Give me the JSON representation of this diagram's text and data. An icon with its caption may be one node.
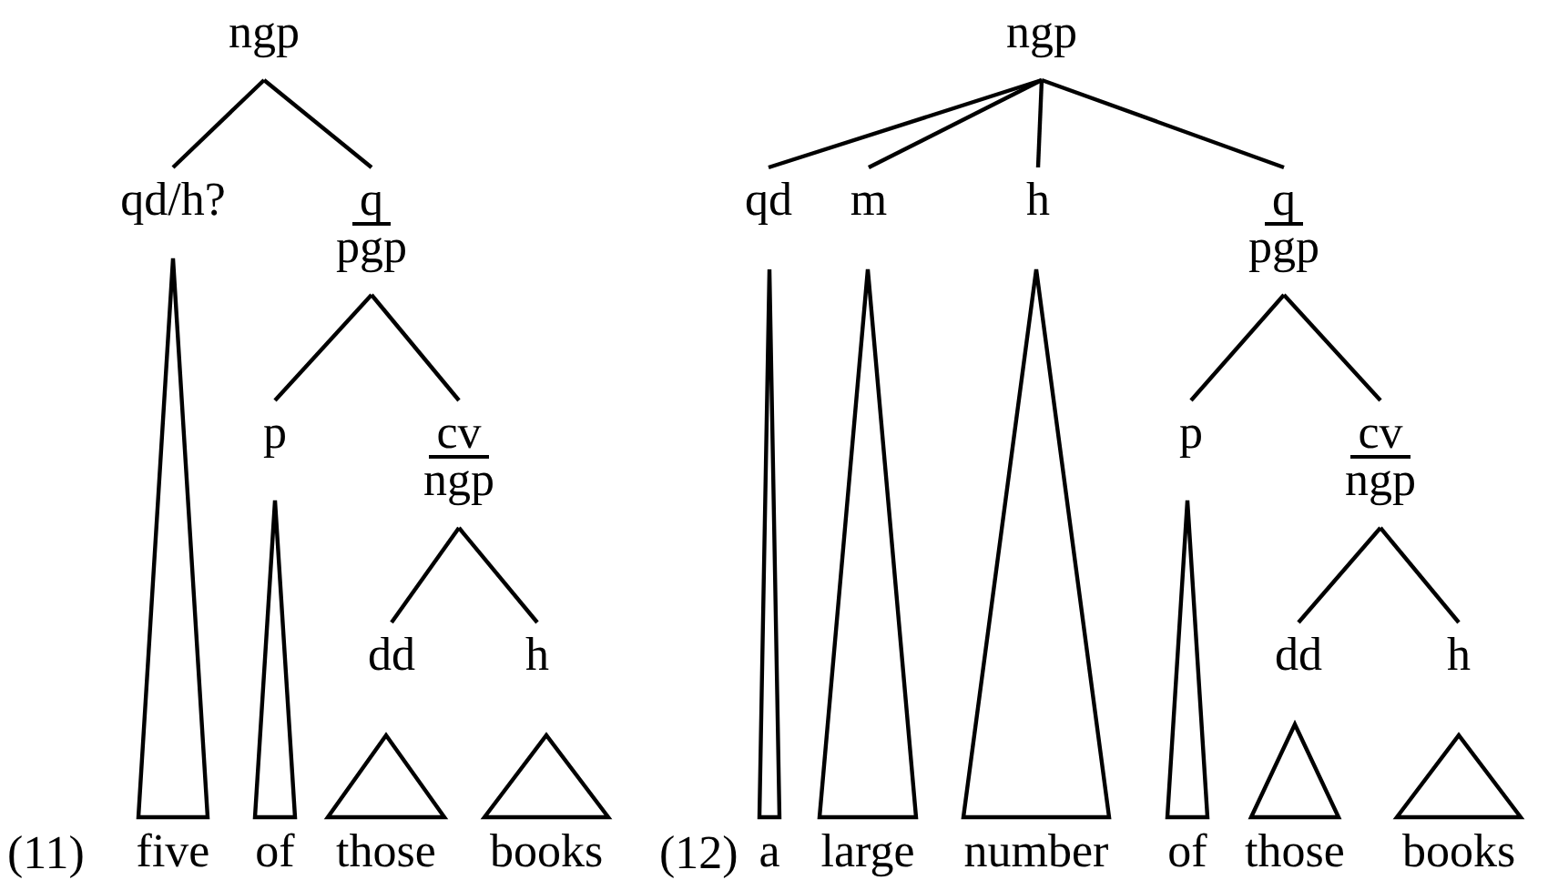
{
  "diagram": {
    "nodes": [
      {
        "text": [
          "ngp"
        ]
      },
      {
        "text": [
          "qd/h?"
        ]
      },
      {
        "text": [
          "q",
          "pgp"
        ]
      },
      {
        "text": [
          "p"
        ]
      },
      {
        "text": [
          "cv",
          "ngp"
        ]
      },
      {
        "text": [
          "dd"
        ]
      },
      {
        "text": [
          "h"
        ]
      },
      {
        "text": [],
        "shape": "triangle",
        "beside": [
          "five"
        ]
      },
      {
        "text": [],
        "shape": "triangle",
        "beside": [
          "of"
        ]
      },
      {
        "text": [],
        "shape": "triangle",
        "beside": [
          "those"
        ]
      },
      {
        "text": [],
        "shape": "triangle",
        "beside": [
          "books"
        ]
      },
      {
        "text": [
          "ngp"
        ]
      },
      {
        "text": [
          "qd"
        ]
      },
      {
        "text": [
          "m"
        ]
      },
      {
        "text": [
          "h"
        ]
      },
      {
        "text": [
          "q",
          "pgp"
        ]
      },
      {
        "text": [
          "p"
        ]
      },
      {
        "text": [
          "cv",
          "ngp"
        ]
      },
      {
        "text": [
          "dd"
        ]
      },
      {
        "text": [
          "h"
        ]
      },
      {
        "text": [],
        "shape": "triangle",
        "beside": [
          "a"
        ]
      },
      {
        "text": [],
        "shape": "triangle",
        "beside": [
          "large"
        ]
      },
      {
        "text": [],
        "shape": "triangle",
        "beside": [
          "number"
        ]
      },
      {
        "text": [],
        "shape": "triangle",
        "beside": [
          "of"
        ]
      },
      {
        "text": [],
        "shape": "triangle",
        "beside": [
          "those"
        ]
      },
      {
        "text": [],
        "shape": "triangle",
        "beside": [
          "books"
        ]
      }
    ],
    "edges": [
      {
        "from": 0,
        "to": 1,
        "arrow": "none"
      },
      {
        "from": 0,
        "to": 2,
        "arrow": "none"
      },
      {
        "from": 2,
        "to": 3,
        "arrow": "none"
      },
      {
        "from": 2,
        "to": 4,
        "arrow": "none"
      },
      {
        "from": 4,
        "to": 5,
        "arrow": "none"
      },
      {
        "from": 4,
        "to": 6,
        "arrow": "none"
      },
      {
        "from": 11,
        "to": 12,
        "arrow": "none"
      },
      {
        "from": 11,
        "to": 13,
        "arrow": "none"
      },
      {
        "from": 11,
        "to": 14,
        "arrow": "none"
      },
      {
        "from": 11,
        "to": 15,
        "arrow": "none"
      },
      {
        "from": 15,
        "to": 16,
        "arrow": "none"
      },
      {
        "from": 15,
        "to": 17,
        "arrow": "none"
      },
      {
        "from": 17,
        "to": 18,
        "arrow": "none"
      },
      {
        "from": 17,
        "to": 19,
        "arrow": "none"
      }
    ],
    "labels": [
      "(11)",
      "(12)"
    ]
  }
}
